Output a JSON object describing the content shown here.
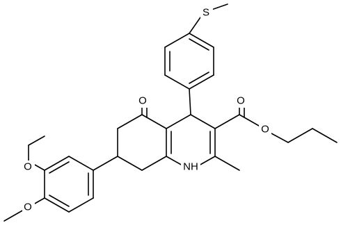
{
  "atom_labels": {
    "sulfur": "S",
    "ketone_oxygen": "O",
    "ester_carbonyl_oxygen": "O",
    "ester_ether_oxygen": "O",
    "amine_nh": "NH",
    "methoxy_oxygen_upper": "O",
    "methoxy_oxygen_lower": "O"
  },
  "colors": {
    "ink": "#000000",
    "background": "#ffffff"
  }
}
